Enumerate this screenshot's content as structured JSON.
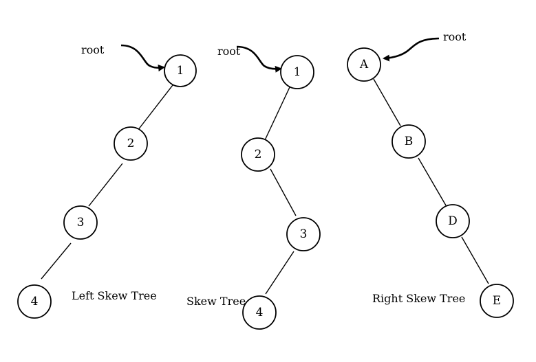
{
  "colors": {
    "stroke": "#000000",
    "fill": "#ffffff",
    "background": "#ffffff"
  },
  "trees": [
    {
      "caption": "Left Skew Tree",
      "root_label": "root",
      "nodes": [
        "1",
        "2",
        "3",
        "4"
      ]
    },
    {
      "caption": "Skew Tree",
      "root_label": "root",
      "nodes": [
        "1",
        "2",
        "3",
        "4"
      ]
    },
    {
      "caption": "Right Skew Tree",
      "root_label": "root",
      "nodes": [
        "A",
        "B",
        "D",
        "E"
      ]
    }
  ]
}
